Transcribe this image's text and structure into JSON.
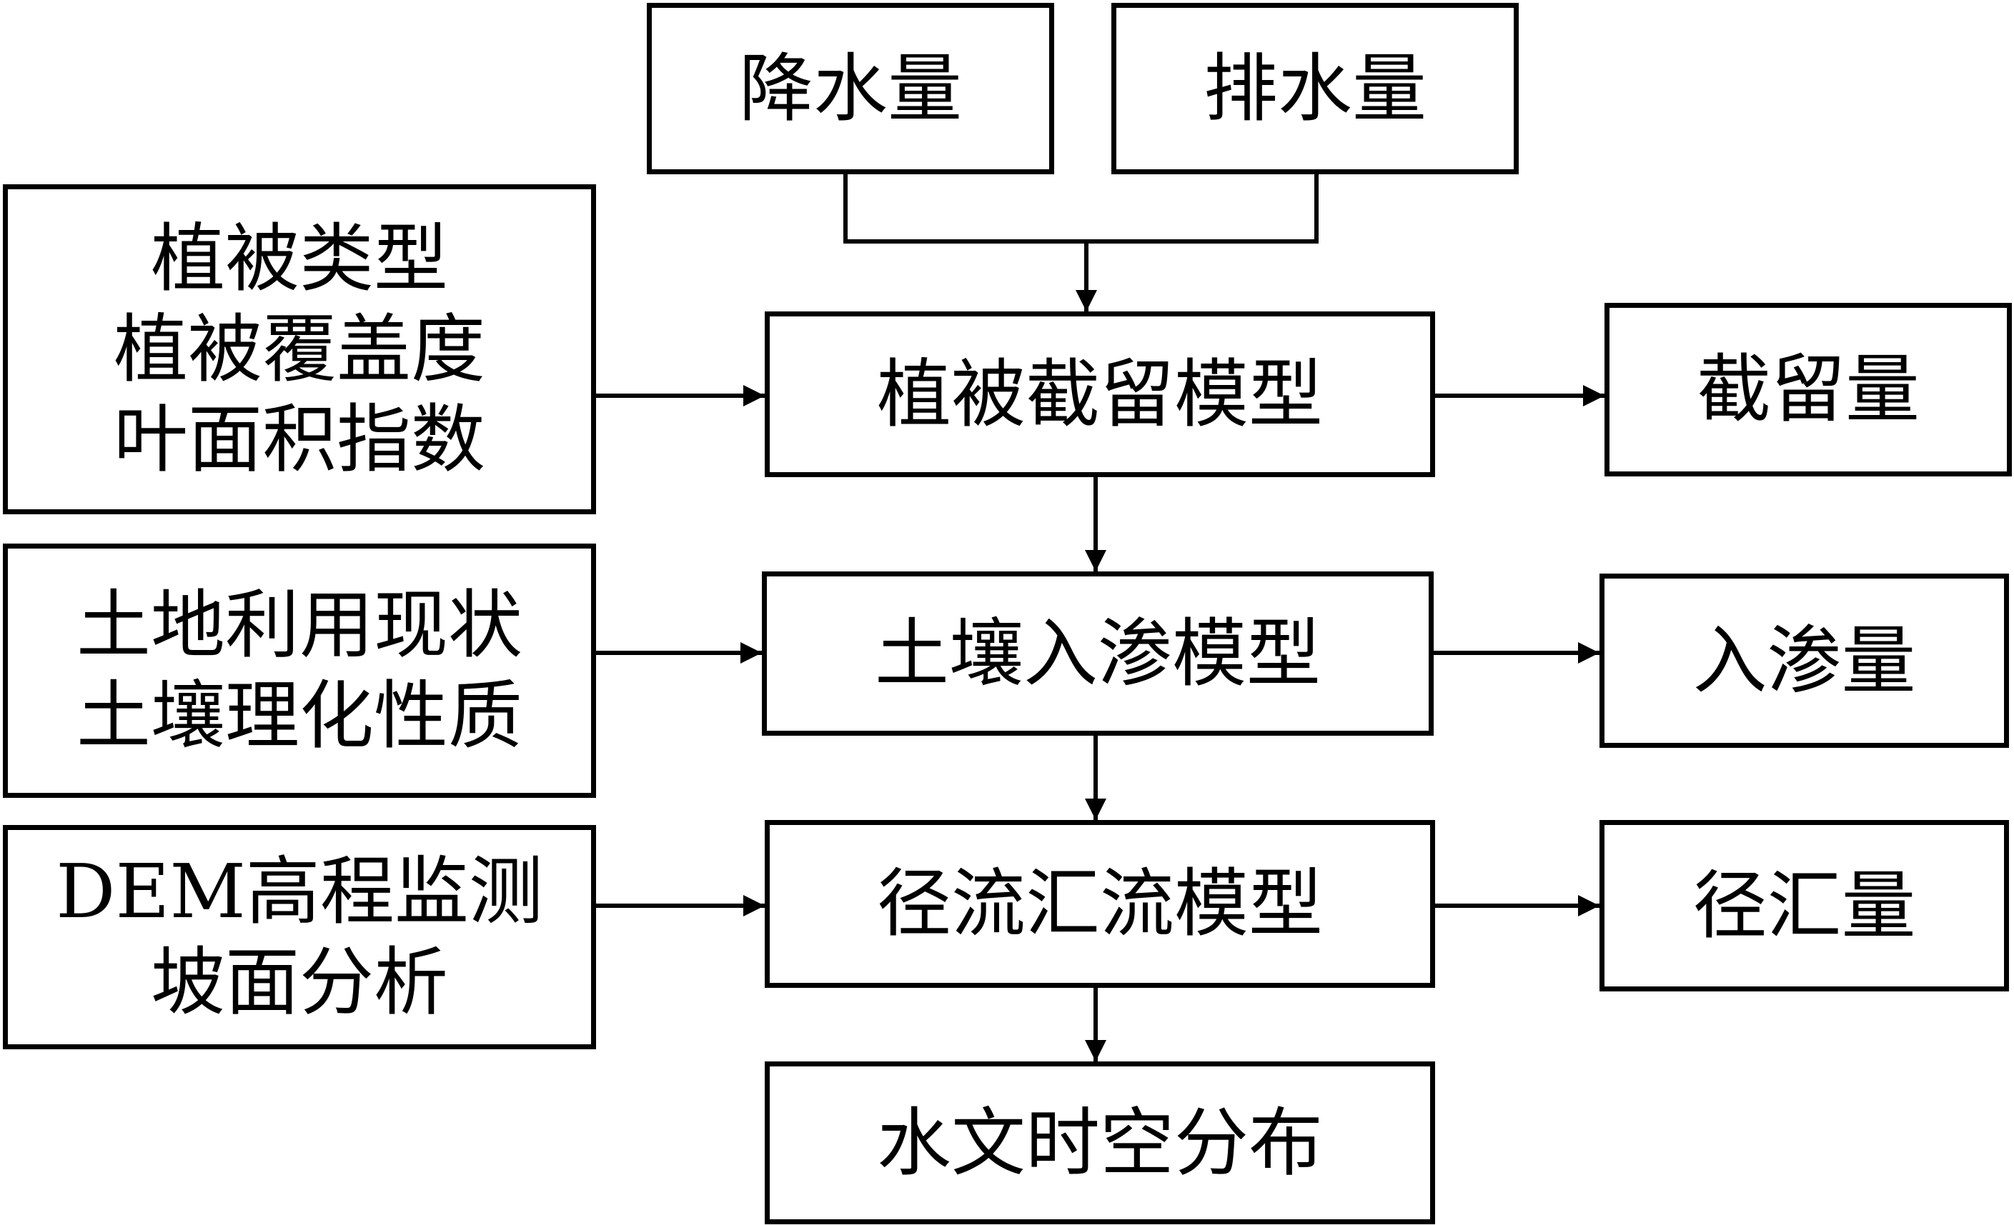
{
  "inputs": {
    "precipitation": "降水量",
    "drainage": "排水量"
  },
  "left_factors": {
    "vegetation": [
      "植被类型",
      "植被覆盖度",
      "叶面积指数"
    ],
    "land_soil": [
      "土地利用现状",
      "土壤理化性质"
    ],
    "terrain": [
      "DEM高程监测",
      "坡面分析"
    ]
  },
  "models": {
    "interception": "植被截留模型",
    "infiltration": "土壤入渗模型",
    "runoff": "径流汇流模型",
    "result": "水文时空分布"
  },
  "outputs": {
    "interception": "截留量",
    "infiltration": "入渗量",
    "runoff": "径汇量"
  }
}
